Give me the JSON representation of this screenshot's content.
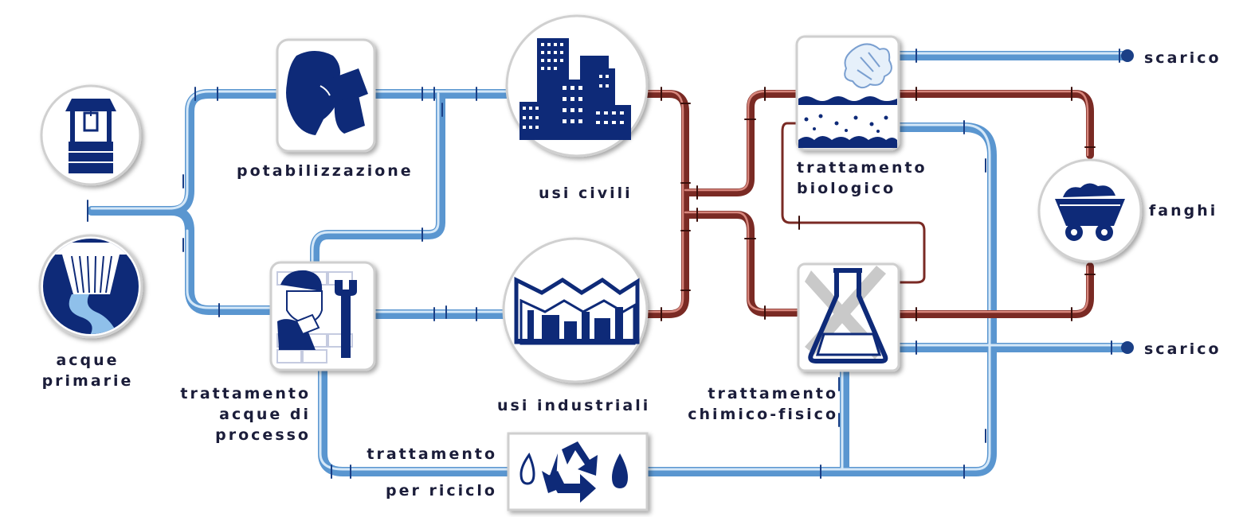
{
  "colors": {
    "clean_pipe": "#6aa6dc",
    "clean_pipe_highlight": "#cfe4f7",
    "waste_pipe": "#7a2a24",
    "waste_pipe_highlight": "#c86a60",
    "icon_fill": "#0e2a78",
    "label_text": "#1b1d3a"
  },
  "nodes": {
    "acque_primarie": {
      "label_lines": [
        "acque",
        "primarie"
      ],
      "icons": [
        "well-icon",
        "waterfall-icon"
      ]
    },
    "potabilizzazione": {
      "label_lines": [
        "potabilizzazione"
      ],
      "icon": "person-drinking-icon"
    },
    "trattamento_acque_processo": {
      "label_lines": [
        "trattamento",
        "acque di",
        "processo"
      ],
      "icon": "worker-wrench-icon"
    },
    "usi_civili": {
      "label_lines": [
        "usi civili"
      ],
      "icon": "city-buildings-icon"
    },
    "usi_industriali": {
      "label_lines": [
        "usi industriali"
      ],
      "icon": "factory-icon"
    },
    "trattamento_riciclo": {
      "label_lines": [
        "trattamento",
        "per riciclo"
      ],
      "icon": "recycle-drops-icon"
    },
    "trattamento_biologico": {
      "label_lines": [
        "trattamento",
        "biologico"
      ],
      "icon": "biological-tank-icon"
    },
    "trattamento_chimico_fisico": {
      "label_lines": [
        "trattamento",
        "chimico-fisico"
      ],
      "icon": "flask-icon"
    },
    "fanghi": {
      "label_lines": [
        "fanghi"
      ],
      "icon": "mine-cart-icon"
    },
    "scarico_top": {
      "label": "scarico"
    },
    "scarico_bottom": {
      "label": "scarico"
    }
  }
}
